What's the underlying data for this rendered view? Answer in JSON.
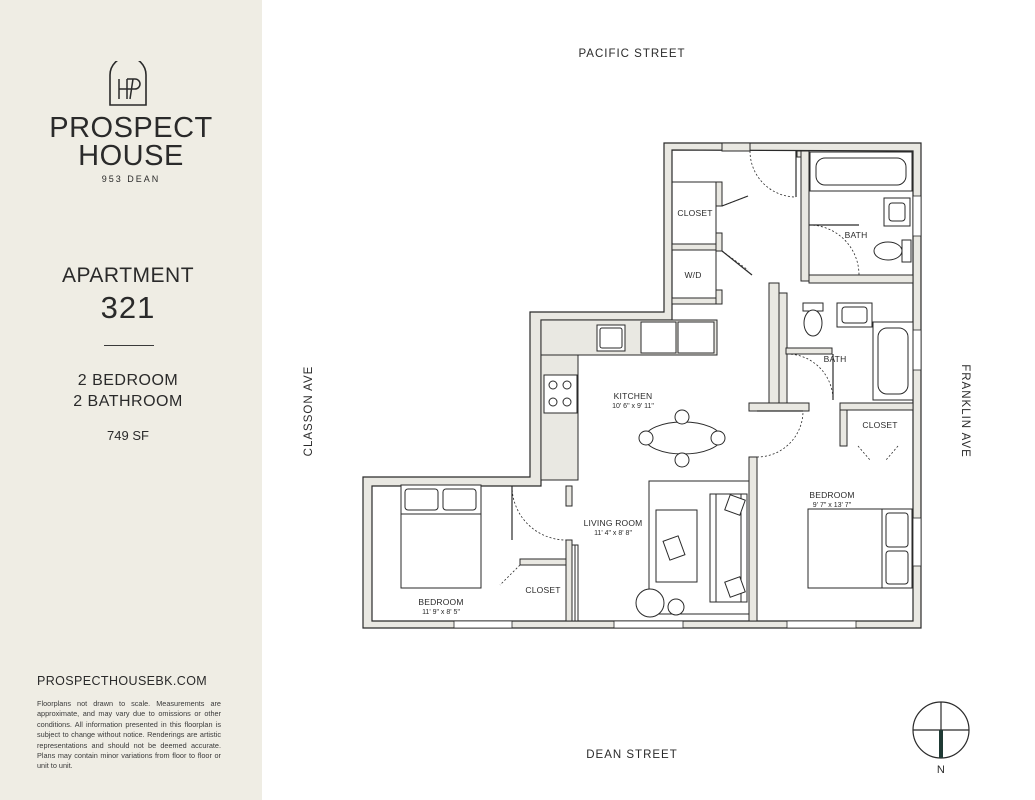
{
  "brand": {
    "line1": "PROSPECT",
    "line2": "HOUSE",
    "address": "953 DEAN",
    "monogram": "HP"
  },
  "apartment": {
    "label": "APARTMENT",
    "number": "321",
    "bedrooms": "2 BEDROOM",
    "bathrooms": "2 BATHROOM",
    "area": "749 SF"
  },
  "website": "PROSPECTHOUSEBK.COM",
  "disclaimer": "Floorplans not drawn to scale. Measurements are approximate, and may vary due to omissions or other conditions. All information presented in this floorplan is subject to change without notice. Renderings are artistic representations and should not be deemed accurate. Plans may contain minor variations from floor to floor or unit to unit.",
  "streets": {
    "north": "PACIFIC STREET",
    "south": "DEAN STREET",
    "west": "CLASSON AVE",
    "east": "FRANKLIN AVE"
  },
  "rooms": {
    "closet_top": "CLOSET",
    "wd": "W/D",
    "bath_1": "BATH",
    "bath_2": "BATH",
    "kitchen": {
      "name": "KITCHEN",
      "dims": "10' 6\" x 9' 11\""
    },
    "living": {
      "name": "LIVING ROOM",
      "dims": "11' 4\" x 8' 8\""
    },
    "bedroom_left": {
      "name": "BEDROOM",
      "dims": "11' 9\" x 8' 5\""
    },
    "bedroom_right": {
      "name": "BEDROOM",
      "dims": "9' 7\" x 13' 7\""
    },
    "closet_left": "CLOSET",
    "closet_right": "CLOSET"
  },
  "compass": {
    "north_label": "N"
  },
  "colors": {
    "sidebar_bg": "#efede4",
    "wall_fill": "#e9e8e2",
    "line": "#2a2a2a"
  }
}
